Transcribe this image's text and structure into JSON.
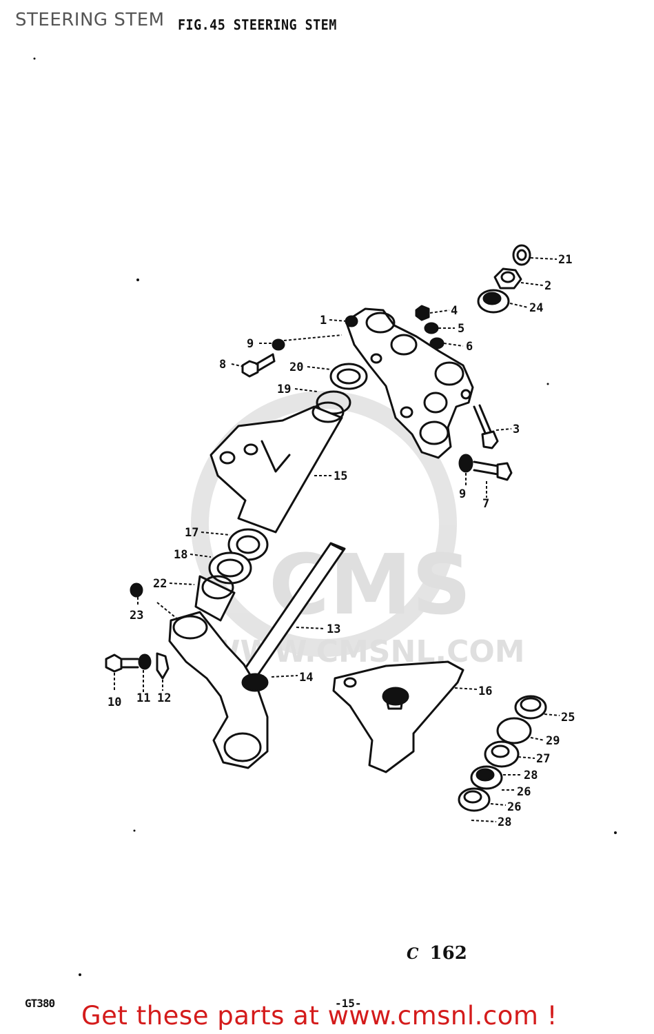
{
  "header": {
    "page_title": "STEERING STEM",
    "figure_title": "FIG.45   STEERING STEM"
  },
  "diagram": {
    "part_labels": [
      "21",
      "2",
      "24",
      "4",
      "5",
      "6",
      "1",
      "9",
      "8",
      "20",
      "19",
      "3",
      "15",
      "9",
      "7",
      "17",
      "18",
      "22",
      "23",
      "13",
      "10",
      "11",
      "12",
      "14",
      "16",
      "25",
      "29",
      "27",
      "28",
      "26",
      "26",
      "28"
    ],
    "watermark": {
      "logo_text": "CMS",
      "url_text": "WWW.CMSNL.COM"
    }
  },
  "footer": {
    "code_prefix": "C",
    "code_number": "162",
    "model": "GT380",
    "page_number": "-15-",
    "promo_text": "Get these parts at www.cmsnl.com !"
  },
  "colors": {
    "line": "#111111",
    "promo": "#d41b1b",
    "watermark": "#dcdcdc",
    "page_title": "#555555"
  }
}
